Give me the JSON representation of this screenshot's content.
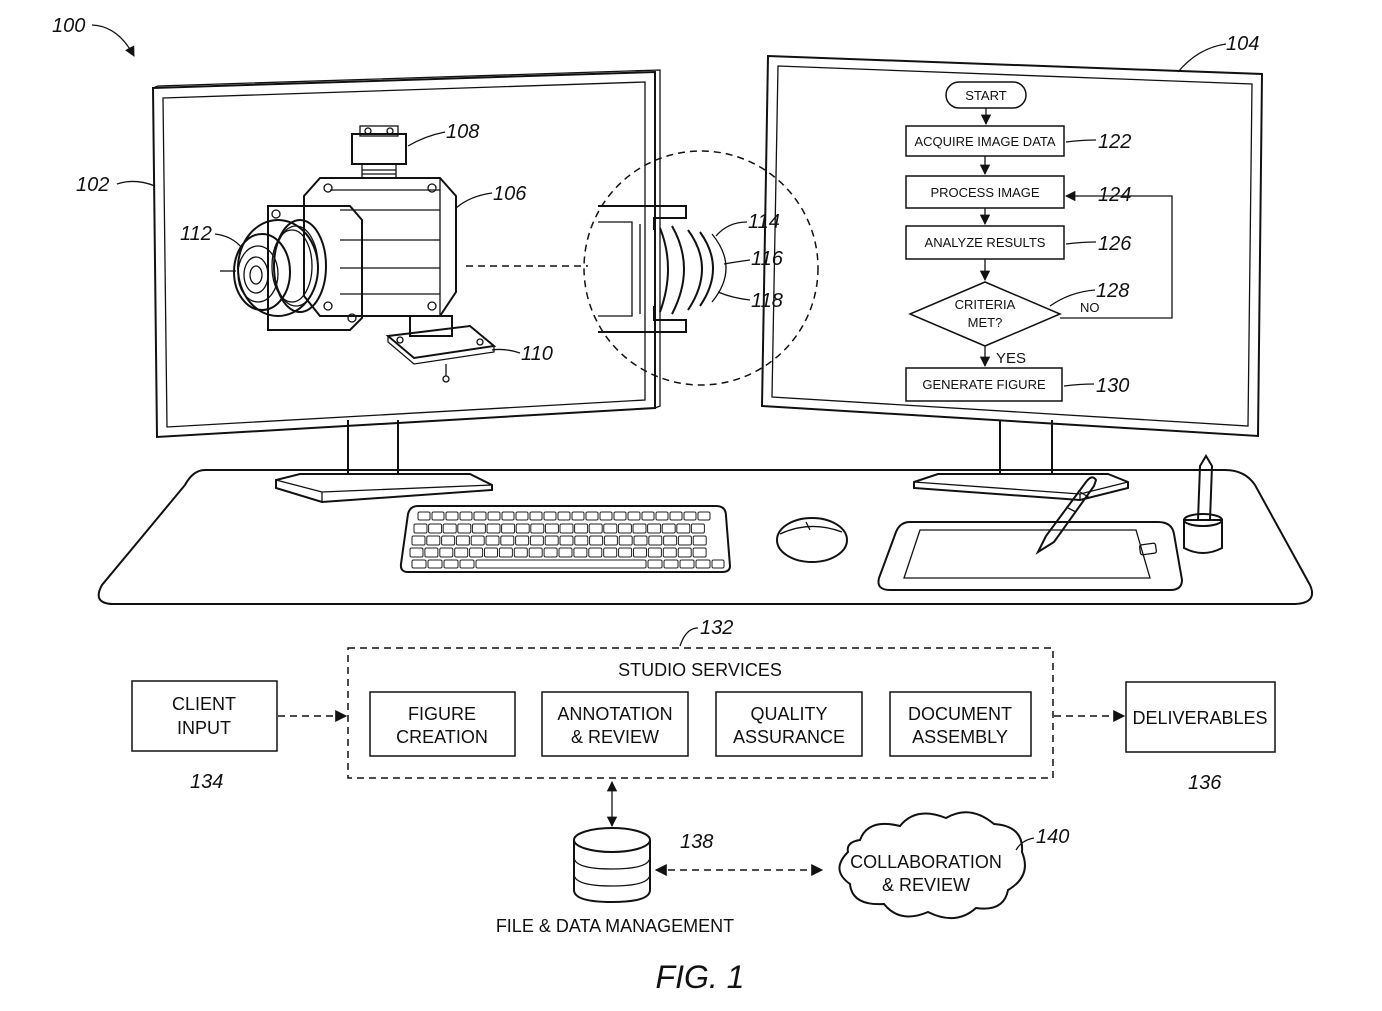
{
  "figure": {
    "caption": "FIG. 1"
  },
  "refs": {
    "r100": "100",
    "r102": "102",
    "r104": "104",
    "r106": "106",
    "r108": "108",
    "r110": "110",
    "r112": "112",
    "r114": "114",
    "r116": "116",
    "r118": "118",
    "r122": "122",
    "r124": "124",
    "r126": "126",
    "r128": "128",
    "r130": "130",
    "r132": "132",
    "r134": "134",
    "r136": "136",
    "r138": "138",
    "r140": "140"
  },
  "flowchart": {
    "start": "START",
    "acquire": "ACQUIRE IMAGE DATA",
    "process": "PROCESS IMAGE",
    "analyze": "ANALYZE RESULTS",
    "criteria_line1": "CRITERIA",
    "criteria_line2": "MET?",
    "no": "NO",
    "yes": "YES",
    "generate": "GENERATE FIGURE"
  },
  "services": {
    "title": "STUDIO SERVICES",
    "figure_creation": [
      "FIGURE",
      "CREATION"
    ],
    "annotation_review": [
      "ANNOTATION",
      "& REVIEW"
    ],
    "quality_assurance": [
      "QUALITY",
      "ASSURANCE"
    ],
    "document_assembly": [
      "DOCUMENT",
      "ASSEMBLY"
    ]
  },
  "client_input": [
    "CLIENT",
    "INPUT"
  ],
  "deliverables": "DELIVERABLES",
  "file_data_management": "FILE & DATA MANAGEMENT",
  "collaboration": [
    "COLLABORATION",
    "& REVIEW"
  ],
  "colors": {
    "ink": "#111111",
    "paper": "#ffffff"
  }
}
